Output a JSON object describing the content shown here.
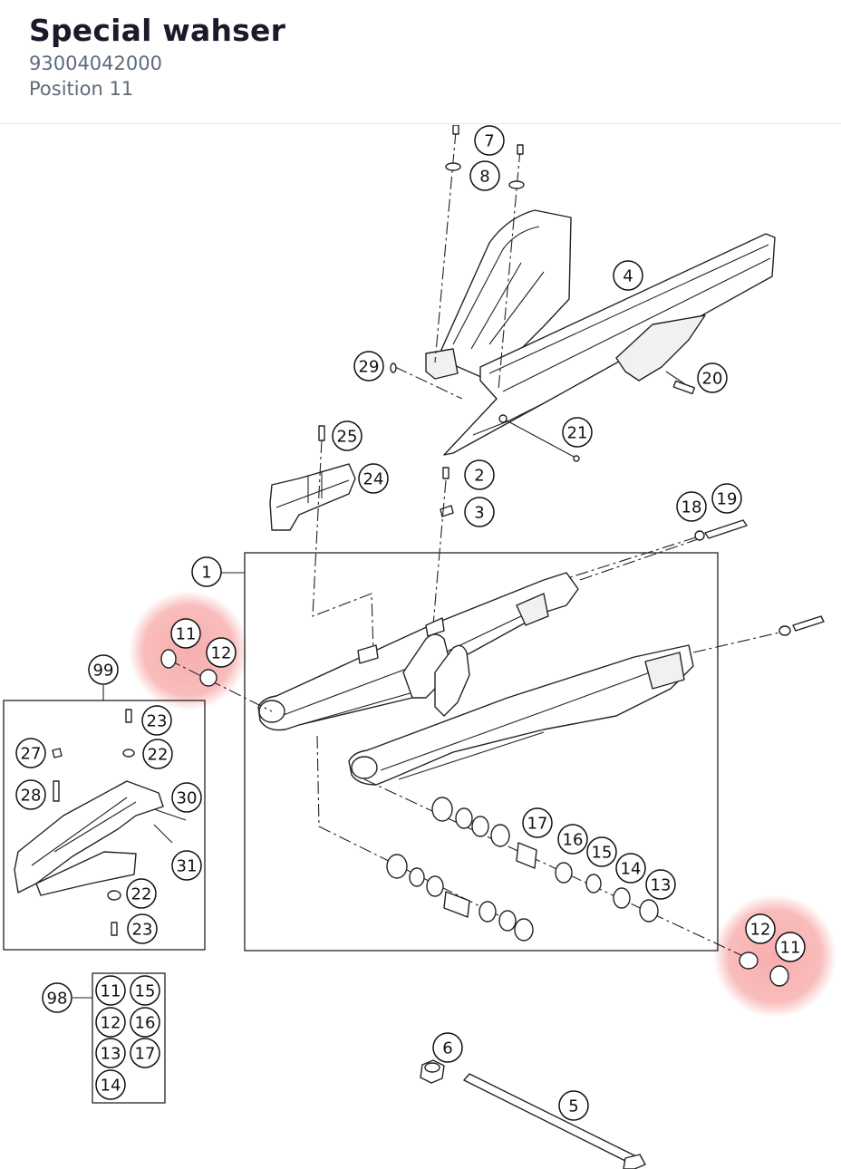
{
  "header": {
    "title": "Special wahser",
    "part_number": "93004042000",
    "position": "Position 11"
  },
  "diagram": {
    "highlight_color": "#f26b6b",
    "highlighted_position": "11",
    "callouts": [
      {
        "id": "c7",
        "label": "7"
      },
      {
        "id": "c8",
        "label": "8"
      },
      {
        "id": "c4",
        "label": "4"
      },
      {
        "id": "c29",
        "label": "29"
      },
      {
        "id": "c20",
        "label": "20"
      },
      {
        "id": "c21",
        "label": "21"
      },
      {
        "id": "c25",
        "label": "25"
      },
      {
        "id": "c24",
        "label": "24"
      },
      {
        "id": "c2",
        "label": "2"
      },
      {
        "id": "c3",
        "label": "3"
      },
      {
        "id": "c18",
        "label": "18"
      },
      {
        "id": "c19",
        "label": "19"
      },
      {
        "id": "c1",
        "label": "1"
      },
      {
        "id": "c11a",
        "label": "11"
      },
      {
        "id": "c12a",
        "label": "12"
      },
      {
        "id": "c99",
        "label": "99"
      },
      {
        "id": "c23a",
        "label": "23"
      },
      {
        "id": "c27",
        "label": "27"
      },
      {
        "id": "c22a",
        "label": "22"
      },
      {
        "id": "c28",
        "label": "28"
      },
      {
        "id": "c30",
        "label": "30"
      },
      {
        "id": "c31",
        "label": "31"
      },
      {
        "id": "c22b",
        "label": "22"
      },
      {
        "id": "c23b",
        "label": "23"
      },
      {
        "id": "c17",
        "label": "17"
      },
      {
        "id": "c16",
        "label": "16"
      },
      {
        "id": "c15",
        "label": "15"
      },
      {
        "id": "c14",
        "label": "14"
      },
      {
        "id": "c13",
        "label": "13"
      },
      {
        "id": "c12b",
        "label": "12"
      },
      {
        "id": "c11b",
        "label": "11"
      },
      {
        "id": "c98",
        "label": "98"
      },
      {
        "id": "k11",
        "label": "11"
      },
      {
        "id": "k15",
        "label": "15"
      },
      {
        "id": "k12",
        "label": "12"
      },
      {
        "id": "k16",
        "label": "16"
      },
      {
        "id": "k13",
        "label": "13"
      },
      {
        "id": "k17",
        "label": "17"
      },
      {
        "id": "k14",
        "label": "14"
      },
      {
        "id": "c6",
        "label": "6"
      },
      {
        "id": "c5",
        "label": "5"
      }
    ]
  }
}
